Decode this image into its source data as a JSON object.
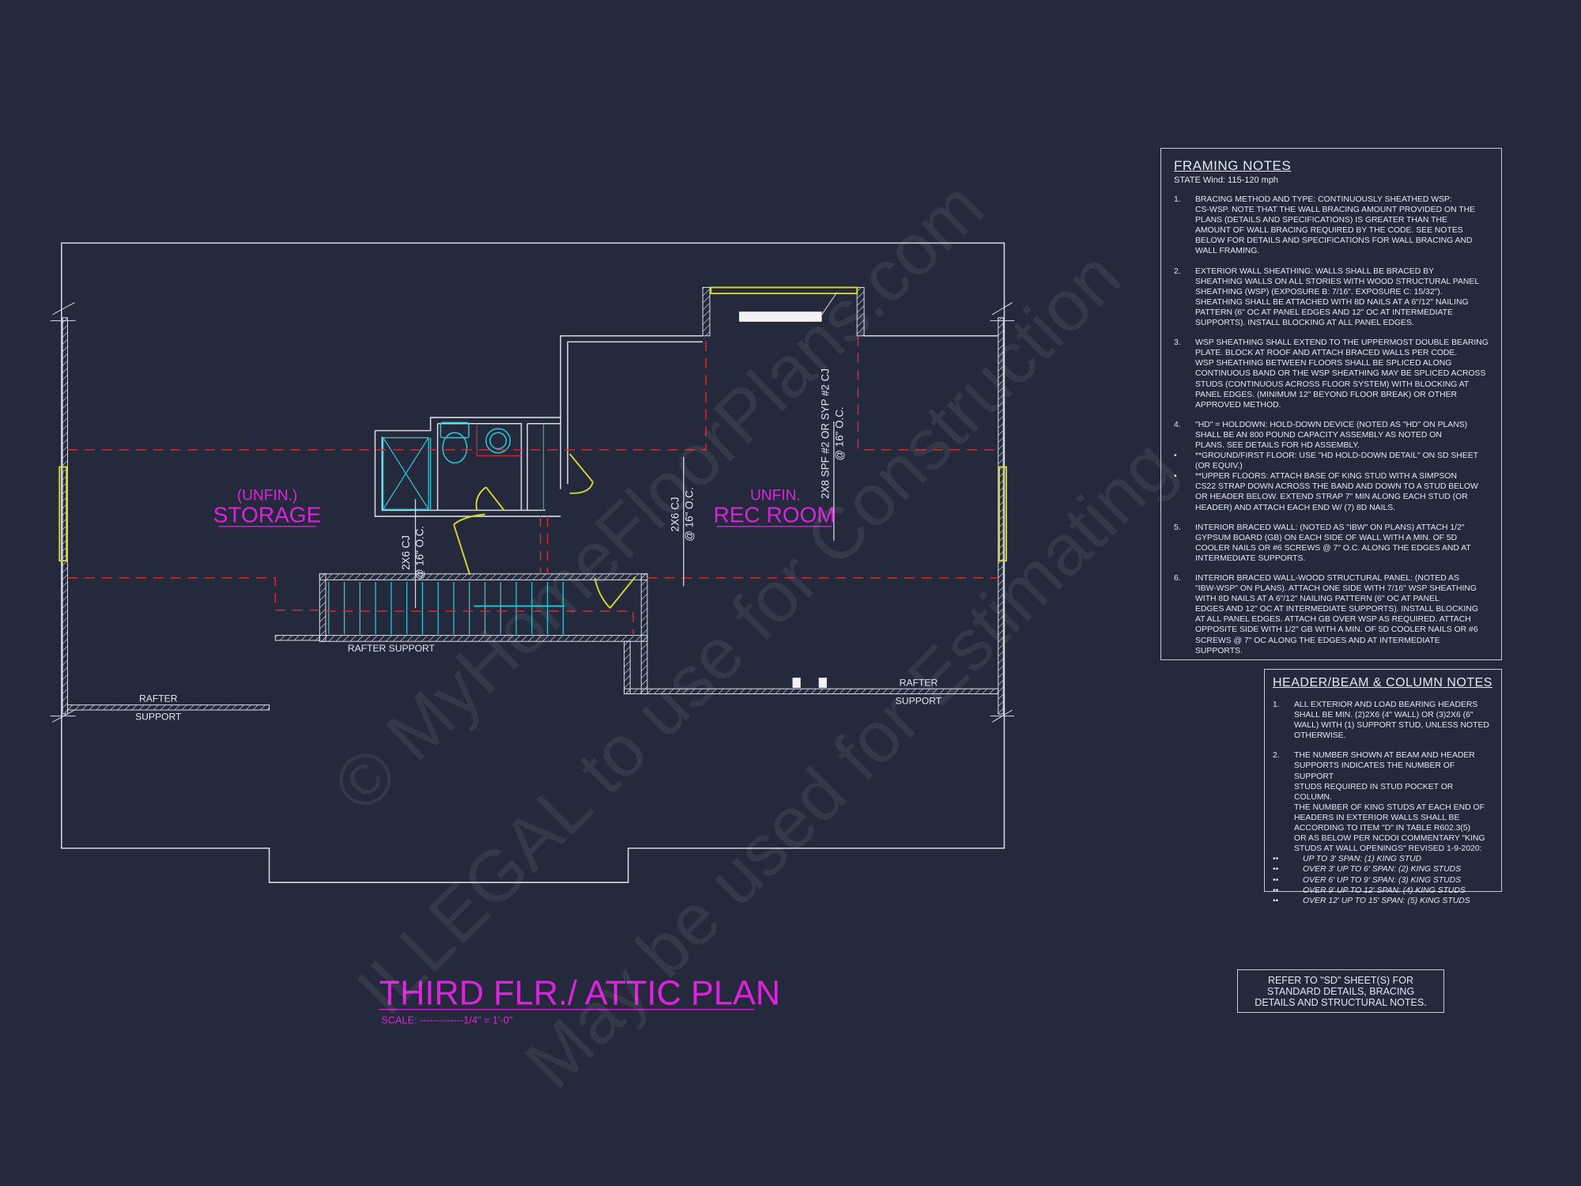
{
  "colors": {
    "background": "#242a3c",
    "wall": "#d8dae2",
    "label": "#e020e0",
    "fixture": "#29c6d6",
    "door_window": "#d8d82a",
    "joist_line": "#d02a36"
  },
  "plan": {
    "title": "THIRD FLR./ ATTIC PLAN",
    "scale": "SCALE: -------------1/4\" = 1'-0\"",
    "rooms": [
      {
        "line1": "(UNFIN.)",
        "line2": "STORAGE"
      },
      {
        "line1": "UNFIN.",
        "line2": "REC ROOM"
      }
    ],
    "joist_labels": [
      {
        "line1": "2X6 CJ",
        "line2": "@ 16\" O.C."
      },
      {
        "line1": "2X6 CJ",
        "line2": "@ 16\" O.C."
      },
      {
        "line1": "2X8 SPF #2 OR SYP #2 CJ",
        "line2": "@ 16\" O.C."
      }
    ],
    "rafter_supports": [
      {
        "line1": "RAFTER SUPPORT"
      },
      {
        "line1": "RAFTER",
        "line2": "SUPPORT"
      },
      {
        "line1": "RAFTER",
        "line2": "SUPPORT"
      }
    ]
  },
  "framing_notes": {
    "title": "FRAMING NOTES",
    "subtitle": "STATE Wind: 115-120 mph",
    "items": [
      {
        "num": "1.",
        "text": "BRACING METHOD AND TYPE: CONTINUOUSLY SHEATHED WSP:\nCS-WSP. NOTE THAT THE WALL BRACING AMOUNT PROVIDED ON THE\nPLANS (DETAILS AND SPECIFICATIONS) IS GREATER THAN THE\nAMOUNT OF WALL BRACING REQUIRED BY THE CODE. SEE NOTES\nBELOW FOR DETAILS AND SPECIFICATIONS FOR WALL BRACING AND\nWALL FRAMING."
      },
      {
        "num": "2.",
        "text": "EXTERIOR WALL SHEATHING: WALLS SHALL BE BRACED BY\nSHEATHING WALLS ON ALL STORIES WITH WOOD STRUCTURAL PANEL\nSHEATHING (WSP) (EXPOSURE B: 7/16\". EXPOSURE C: 15/32\").\nSHEATHING SHALL BE ATTACHED WITH 8d NAILS AT A 6\"/12\" NAILING\nPATTERN (6\" OC AT PANEL EDGES AND 12\" OC AT INTERMEDIATE\nSUPPORTS). INSTALL BLOCKING AT ALL PANEL EDGES."
      },
      {
        "num": "3.",
        "text": "WSP SHEATHING SHALL EXTEND TO THE UPPERMOST DOUBLE BEARING\nPLATE. BLOCK AT ROOF AND ATTACH BRACED WALLS PER CODE.\nWSP SHEATHING BETWEEN FLOORS SHALL BE SPLICED ALONG\nCONTINUOUS BAND OR THE WSP SHEATHING MAY BE SPLICED ACROSS\nSTUDS (CONTINUOUS ACROSS FLOOR SYSTEM) WITH BLOCKING AT\nPANEL EDGES. (MINIMUM 12\" BEYOND FLOOR BREAK) OR OTHER\nAPPROVED METHOD."
      },
      {
        "num": "4.",
        "text": "\"HD\" = HOLDOWN: HOLD-DOWN DEVICE (NOTED AS \"HD\" ON PLANS)\nSHALL BE AN 800 POUND CAPACITY ASSEMBLY AS NOTED ON\nPLANS. SEE DETAILS FOR HD ASSEMBLY."
      },
      {
        "num": "•",
        "text": "**GROUND/FIRST FLOOR: USE \"HD HOLD-DOWN DETAIL\" ON SD SHEET\n(OR EQUIV.)"
      },
      {
        "num": "•",
        "text": "**UPPER FLOORS: ATTACH BASE OF KING STUD WITH A SIMPSON\nCS22 STRAP DOWN ACROSS THE BAND AND DOWN TO A STUD BELOW\nOR HEADER BELOW. EXTEND STRAP 7\" MIN ALONG EACH STUD (OR\nHEADER) AND ATTACH EACH END W/ (7) 8d NAILS."
      },
      {
        "num": "5.",
        "text": "INTERIOR BRACED WALL: (NOTED AS \"IBW\" ON PLANS) ATTACH 1/2\"\nGYPSUM BOARD (GB) ON EACH SIDE OF WALL WITH A MIN. OF 5d\nCOOLER NAILS OR #6 SCREWS @ 7\" O.C. ALONG THE EDGES AND AT\nINTERMEDIATE SUPPORTS."
      },
      {
        "num": "6.",
        "text": "INTERIOR BRACED WALL-WOOD STRUCTURAL PANEL: (NOTED AS\n\"IBW-WSP\" ON PLANS). ATTACH ONE SIDE WITH 7/16\" WSP SHEATHING\nWITH 8d NAILS AT A 6\"/12\" NAILING PATTERN (6\" OC AT PANEL\nEDGES AND 12\" OC AT INTERMEDIATE SUPPORTS). INSTALL BLOCKING\nAT ALL PANEL EDGES. ATTACH GB OVER WSP AS REQUIRED. ATTACH\nOPPOSITE SIDE WITH 1/2\" GB WITH A MIN. OF 5d COOLER NAILS OR #6\nSCREWS @ 7\" OC ALONG THE EDGES AND AT INTERMEDIATE\nSUPPORTS."
      }
    ]
  },
  "header_notes": {
    "title": "HEADER/BEAM & COLUMN NOTES",
    "items": [
      {
        "num": "1.",
        "text": "ALL EXTERIOR AND LOAD BEARING HEADERS\nSHALL BE MIN. (2)2x6 (4\" WALL) OR (3)2x6 (6\"\nWALL) WITH (1) SUPPORT STUD, UNLESS NOTED\nOTHERWISE."
      },
      {
        "num": "2.",
        "text": "THE NUMBER SHOWN AT BEAM AND HEADER\nSUPPORTS INDICATES THE NUMBER OF SUPPORT\nSTUDS REQUIRED IN STUD POCKET OR COLUMN.\nTHE NUMBER OF KING STUDS AT EACH END OF\nHEADERS IN EXTERIOR WALLS SHALL BE\nACCORDING TO ITEM \"d\" IN TABLE R602.3(5)\nOR AS BELOW PER NCDOI COMMENTARY \"KING\nSTUDS AT WALL OPENINGS\" REVISED 1-9-2020:"
      }
    ],
    "spans": [
      {
        "bullet": "••",
        "text": "UP TO 3' SPAN: (1) KING STUD"
      },
      {
        "bullet": "••",
        "text": "OVER 3' UP TO 6' SPAN: (2) KING STUDS"
      },
      {
        "bullet": "••",
        "text": "OVER 6' UP TO 9' SPAN: (3) KING STUDS"
      },
      {
        "bullet": "••",
        "text": "OVER 9' UP TO 12' SPAN: (4) KING STUDS"
      },
      {
        "bullet": "••",
        "text": "OVER 12' UP TO 15' SPAN: (5) KING STUDS"
      }
    ]
  },
  "refer_note": "REFER TO \"SD\" SHEET(S) FOR\nSTANDARD DETAILS, BRACING\nDETAILS AND STRUCTURAL NOTES.",
  "watermark": [
    "© MyHomeFloorPlans.com",
    "ILLEGAL to use for Construction",
    "May be used for Estimating"
  ]
}
